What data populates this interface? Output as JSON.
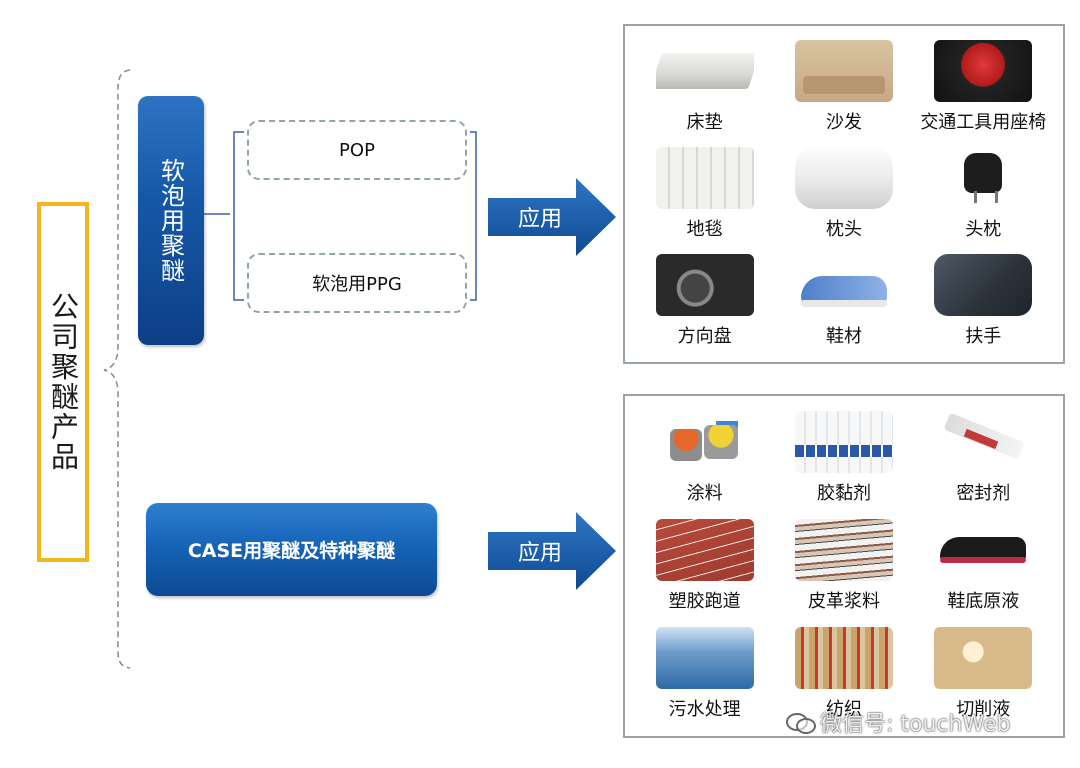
{
  "company_label": "公司聚醚产品",
  "soft_foam": {
    "label": "软泡用聚醚",
    "products": [
      "POP",
      "软泡用PPG"
    ],
    "arrow_label": "应用",
    "applications": [
      {
        "label": "床垫",
        "icon": "mattress-icon"
      },
      {
        "label": "沙发",
        "icon": "sofa-icon"
      },
      {
        "label": "交通工具用座椅",
        "icon": "vehicle-seat-icon"
      },
      {
        "label": "地毯",
        "icon": "carpet-icon"
      },
      {
        "label": "枕头",
        "icon": "pillow-icon"
      },
      {
        "label": "头枕",
        "icon": "headrest-icon"
      },
      {
        "label": "方向盘",
        "icon": "steering-wheel-icon"
      },
      {
        "label": "鞋材",
        "icon": "shoe-icon"
      },
      {
        "label": "扶手",
        "icon": "armrest-icon"
      }
    ]
  },
  "case": {
    "label": "CASE用聚醚及特种聚醚",
    "arrow_label": "应用",
    "applications": [
      {
        "label": "涂料",
        "icon": "paint-icon"
      },
      {
        "label": "胶黏剂",
        "icon": "adhesive-icon"
      },
      {
        "label": "密封剂",
        "icon": "sealant-icon"
      },
      {
        "label": "塑胶跑道",
        "icon": "running-track-icon"
      },
      {
        "label": "皮革浆料",
        "icon": "leather-icon"
      },
      {
        "label": "鞋底原液",
        "icon": "shoe-sole-icon"
      },
      {
        "label": "污水处理",
        "icon": "wastewater-icon"
      },
      {
        "label": "纺织",
        "icon": "textile-icon"
      },
      {
        "label": "切削液",
        "icon": "cutting-fluid-icon"
      }
    ]
  },
  "watermark": "微信号: touchWeb",
  "colors": {
    "accent_yellow": "#f3b61f",
    "brand_blue": "#1559a8",
    "panel_border": "#9aa3a8",
    "dashed_border": "#8fa7a0"
  }
}
